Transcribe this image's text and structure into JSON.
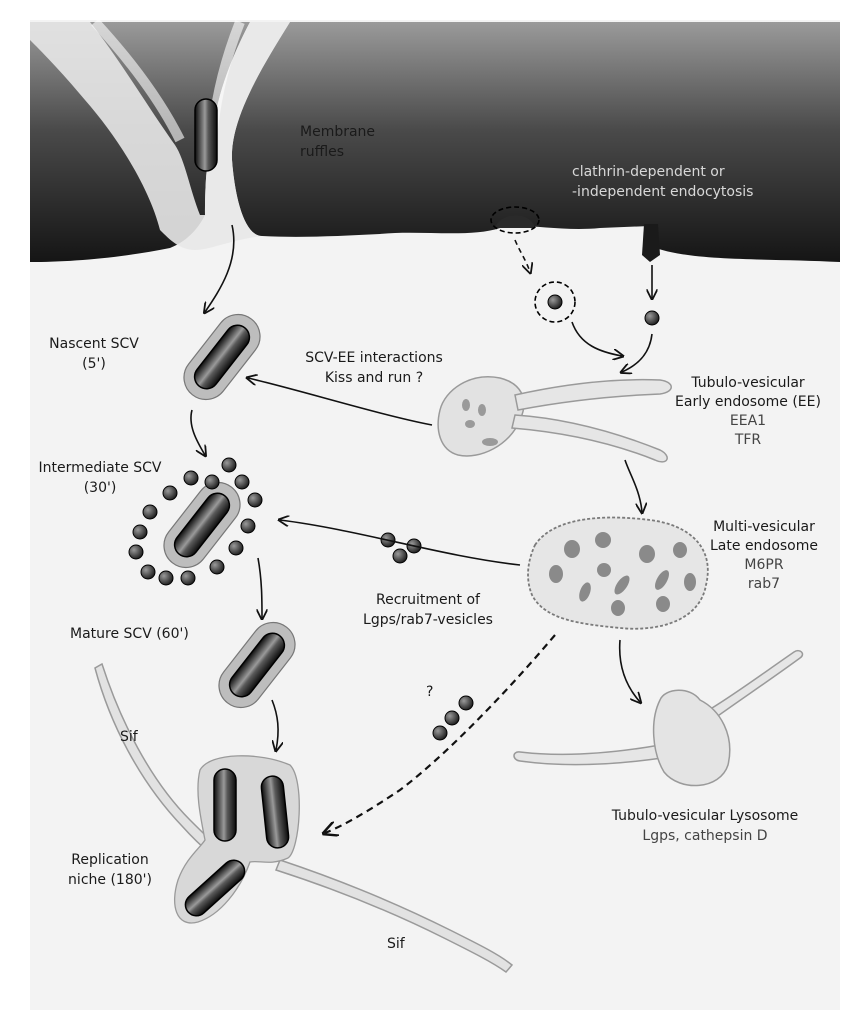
{
  "labels": {
    "membrane_ruffles": [
      "Membrane",
      "ruffles"
    ],
    "endocytosis": [
      "clathrin-dependent or",
      "-independent endocytosis"
    ],
    "nascent_scv": [
      "Nascent SCV",
      "(5')"
    ],
    "scv_ee": [
      "SCV-EE interactions",
      "Kiss and run ?"
    ],
    "early_endosome": [
      "Tubulo-vesicular",
      "Early endosome (EE)",
      "EEA1",
      "TFR"
    ],
    "intermediate_scv": [
      "Intermediate SCV",
      "(30')"
    ],
    "late_endosome": [
      "Multi-vesicular",
      "Late endosome",
      "M6PR",
      "rab7"
    ],
    "recruitment": [
      "Recruitment of",
      "Lgps/rab7-vesicles"
    ],
    "mature_scv": "Mature SCV (60')",
    "question": "?",
    "sif_top": "Sif",
    "lysosome": [
      "Tubulo-vesicular Lysosome",
      "Lgps, cathepsin D"
    ],
    "replication": [
      "Replication",
      "niche (180')"
    ],
    "sif_bottom": "Sif"
  },
  "colors": {
    "cell_dark": "#1e1e1e",
    "cell_mid": "#8a8a8a",
    "cytoplasm": "#f1f1f1",
    "bacteria": "#151515",
    "vacuole_halo": "#b8b8b8",
    "organelle_fill": "#e4e4e4",
    "vesicle": "#4a4a4a"
  }
}
